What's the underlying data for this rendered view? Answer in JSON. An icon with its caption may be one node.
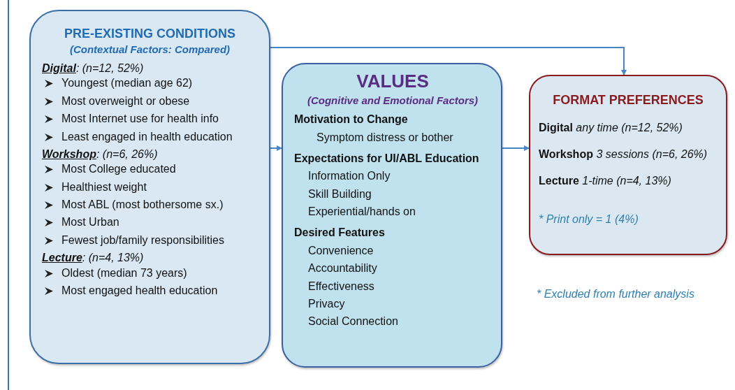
{
  "diagram": {
    "nodes": [
      {
        "text": [
          "PRE-EXISTING CONDITIONS",
          "(Contextual Factors: Compared)",
          "**Digital**: (n=12, 52%)",
          "Youngest (median age 62)",
          "Most overweight or obese",
          "Most Internet use for health info",
          "Least engaged in health education",
          "**Workshop**: (n=6, 26%)",
          "Most College educated",
          "Healthiest weight",
          "Most ABL (most bothersome sx.)",
          "Most Urban",
          "Fewest job/family responsibilities",
          "**Lecture**: (n=4, 13%)",
          "Oldest  (median 73 years)",
          "Most engaged health education"
        ]
      },
      {
        "text": [
          "VALUES",
          "(Cognitive and Emotional Factors)",
          "Motivation to Change",
          "Symptom distress or bother",
          "Expectations for UI/ABL Education",
          "Information Only",
          "Skill Building",
          "Experiential/hands on",
          "Desired Features",
          "Convenience",
          "Accountability",
          "Effectiveness",
          "Privacy",
          "Social Connection"
        ]
      },
      {
        "text": [
          "FORMAT PREFERENCES",
          "**Digital** *any time (n=12, 52%)*",
          "**Workshop** *3 sessions  (n=6, 26%)*",
          "**Lecture** *1-time (n=4, 13%)*",
          "* Print only = 1 (4%)"
        ]
      }
    ],
    "edges": [
      {
        "from": 0,
        "to": 1,
        "arrow": "to"
      },
      {
        "from": 1,
        "to": 2,
        "arrow": "to"
      },
      {
        "from": 0,
        "to": 2,
        "arrow": "to"
      }
    ],
    "labels": [
      "* Excluded from further analysis"
    ]
  }
}
